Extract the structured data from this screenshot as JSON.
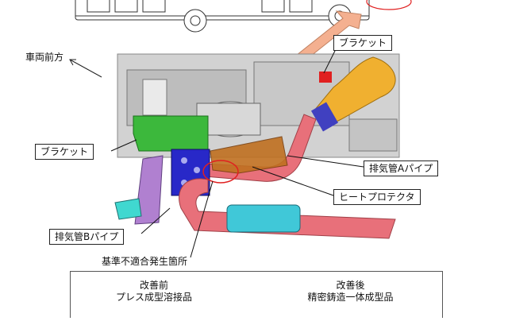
{
  "labels": {
    "vehicle_front": "車両前方",
    "bracket_top": "ブラケット",
    "bracket_left": "ブラケット",
    "exhaust_a": "排気管Aパイプ",
    "heat_protector": "ヒートプロテクタ",
    "exhaust_b": "排気管Bパイプ",
    "nonconformance": "基準不適合発生箇所"
  },
  "comparison": {
    "before_title": "改善前",
    "before_desc": "プレス成型溶接品",
    "after_title": "改善後",
    "after_desc": "精密鋳造一体成型品"
  },
  "colors": {
    "bracket_green": "#3cb83c",
    "pipe_red": "#e8707a",
    "pipe_orange": "#f0b030",
    "bracket_blue": "#2828c8",
    "protector_brown": "#c07020",
    "converter_cyan": "#40c8d8",
    "callout_red": "#e02020",
    "arrow_orange": "#f4b090"
  }
}
